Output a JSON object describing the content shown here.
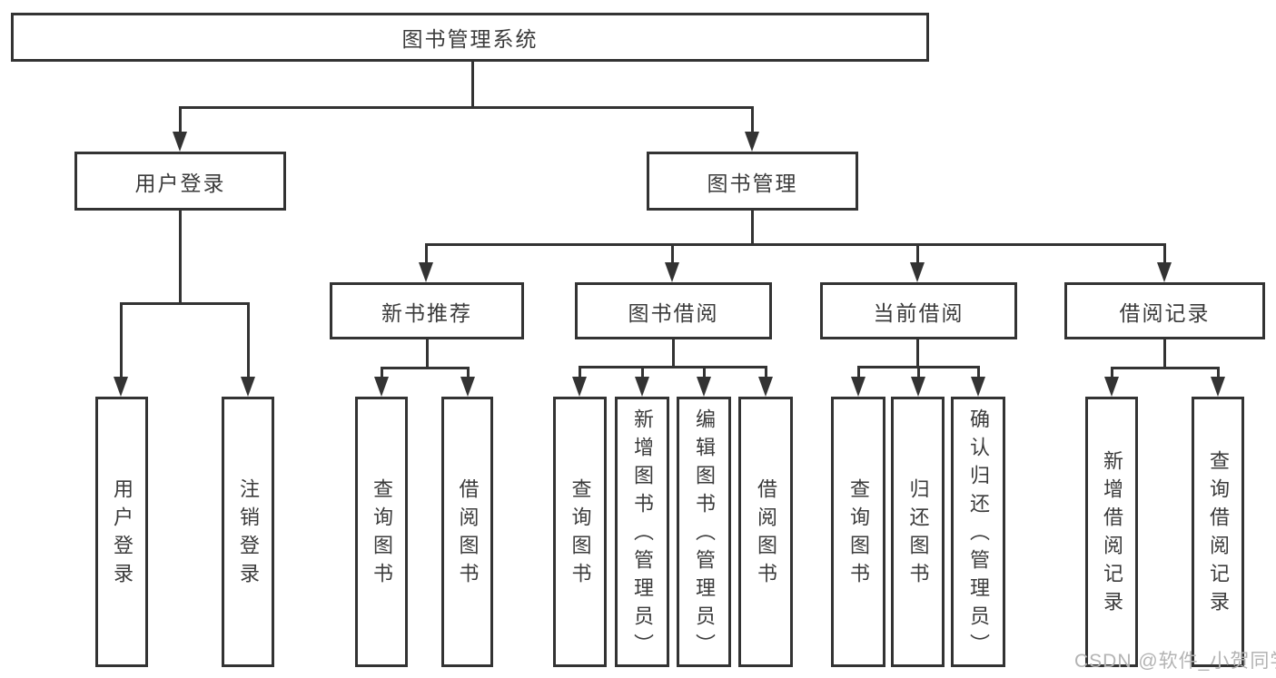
{
  "diagram": {
    "type": "hierarchy-tree",
    "root": {
      "label": "图书管理系统"
    },
    "level1": [
      {
        "label": "用户登录",
        "children": [
          "用户登录",
          "注销登录"
        ]
      },
      {
        "label": "图书管理"
      }
    ],
    "level2": [
      {
        "label": "新书推荐",
        "parent": "图书管理",
        "children": [
          "查询图书",
          "借阅图书"
        ]
      },
      {
        "label": "图书借阅",
        "parent": "图书管理",
        "children": [
          "查询图书",
          "新增图书（管理员）",
          "编辑图书（管理员）",
          "借阅图书"
        ]
      },
      {
        "label": "当前借阅",
        "parent": "图书管理",
        "children": [
          "查询图书",
          "归还图书",
          "确认归还（管理员）"
        ]
      },
      {
        "label": "借阅记录",
        "parent": "图书管理",
        "children": [
          "新增借阅记录",
          "查询借阅记录"
        ]
      }
    ]
  },
  "watermark": {
    "text": "CSDN @软件_小贺同学"
  },
  "colors": {
    "line": "#333333",
    "border": "#333333",
    "text": "#3b3b3b",
    "background": "#ffffff",
    "watermark": "#b3b3b3"
  }
}
